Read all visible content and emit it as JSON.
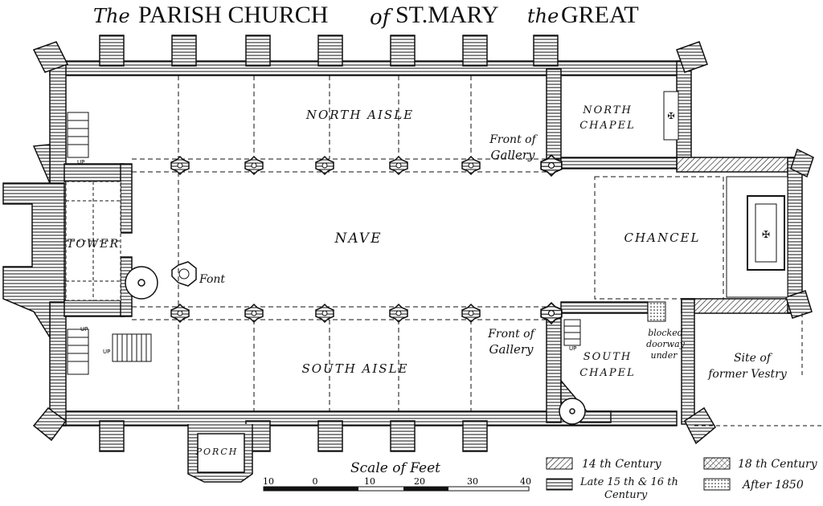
{
  "title": {
    "prefix": "The",
    "part1": "PARISH CHURCH",
    "connector": "of",
    "part2": "ST.MARY",
    "article": "the",
    "part3": "GREAT"
  },
  "rooms": {
    "north_aisle": "NORTH AISLE",
    "south_aisle": "SOUTH AISLE",
    "nave": "NAVE",
    "tower": "TOWER",
    "chancel": "CHANCEL",
    "north_chapel_1": "NORTH",
    "north_chapel_2": "CHAPEL",
    "south_chapel_1": "SOUTH",
    "south_chapel_2": "CHAPEL",
    "porch": "PORCH",
    "font": "Font"
  },
  "annotations": {
    "gallery_north_1": "Front of",
    "gallery_north_2": "Gallery",
    "gallery_south_1": "Front of",
    "gallery_south_2": "Gallery",
    "blocked_1": "blocked",
    "blocked_2": "doorway",
    "blocked_3": "under",
    "vestry_1": "Site of",
    "vestry_2": "former Vestry",
    "up_1": "UP",
    "up_2": "UP",
    "up_3": "UP",
    "up_4": "UP"
  },
  "scale": {
    "title": "Scale of Feet",
    "ticks": [
      "10",
      "0",
      "10",
      "20",
      "30",
      "40"
    ]
  },
  "legend": [
    {
      "label": "14 th Century",
      "pattern": "diagonal"
    },
    {
      "label": "Late 15 th & 16 th Century",
      "pattern": "horizontal"
    },
    {
      "label": "18 th Century",
      "pattern": "crosshatch"
    },
    {
      "label": "After 1850",
      "pattern": "dotted"
    }
  ],
  "legend_extra": "Century",
  "legend_late": "Late 15 th & 16 th"
}
